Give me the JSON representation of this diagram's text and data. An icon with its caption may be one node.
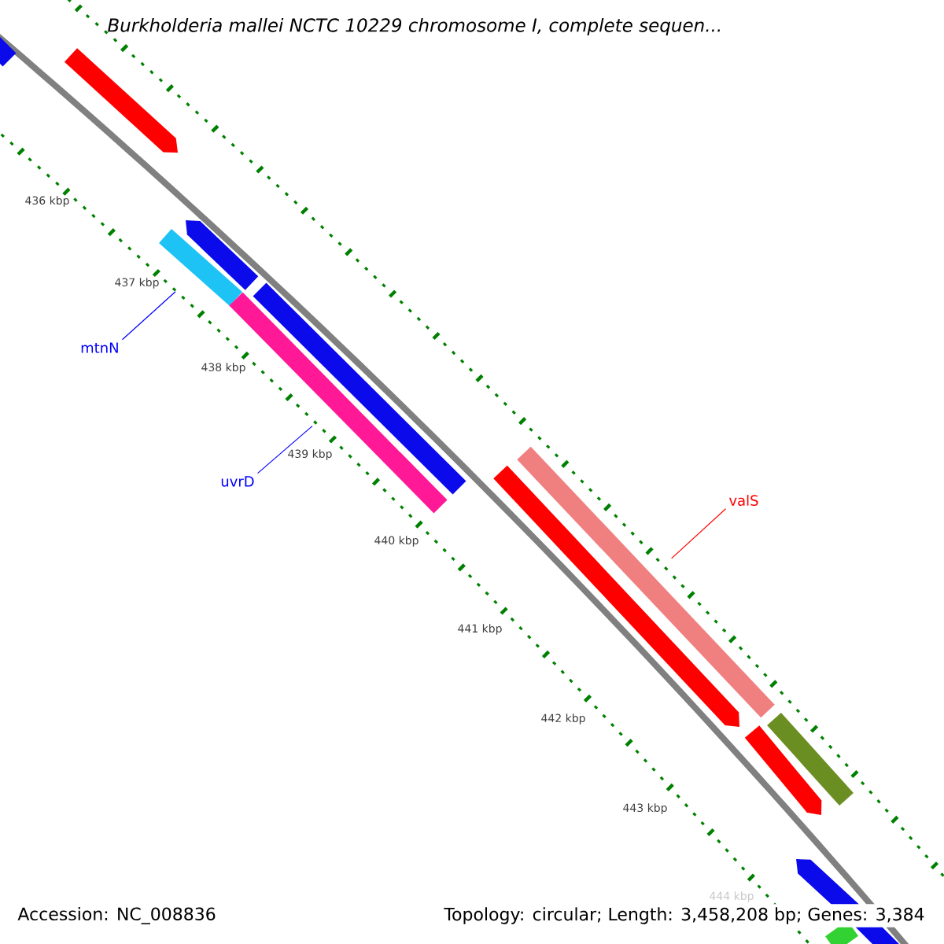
{
  "diagram": {
    "title": "Burkholderia mallei NCTC 10229 chromosome I, complete sequen...",
    "nodes": [
      {
        "text": [
          "mtnN"
        ]
      },
      {
        "text": [],
        "shape": "bar"
      },
      {
        "text": [
          "uvrD"
        ]
      },
      {
        "text": [],
        "shape": "bar"
      },
      {
        "text": [
          "valS"
        ]
      },
      {
        "text": [],
        "shape": "bar"
      }
    ],
    "edges": [
      {
        "from": 0,
        "to": 1,
        "arrow": "none"
      },
      {
        "from": 2,
        "to": 3,
        "arrow": "none"
      },
      {
        "from": 4,
        "to": 5,
        "arrow": "none",
        "color": "#ff0000"
      }
    ],
    "labels": [
      "436 kbp",
      "437 kbp",
      "438 kbp",
      "439 kbp",
      "440 kbp",
      "441 kbp",
      "442 kbp",
      "443 kbp",
      "444 kbp",
      "Accession: NC_008836",
      "Topology: circular; Length: 3,458,208 bp; Genes: 3,384"
    ]
  }
}
